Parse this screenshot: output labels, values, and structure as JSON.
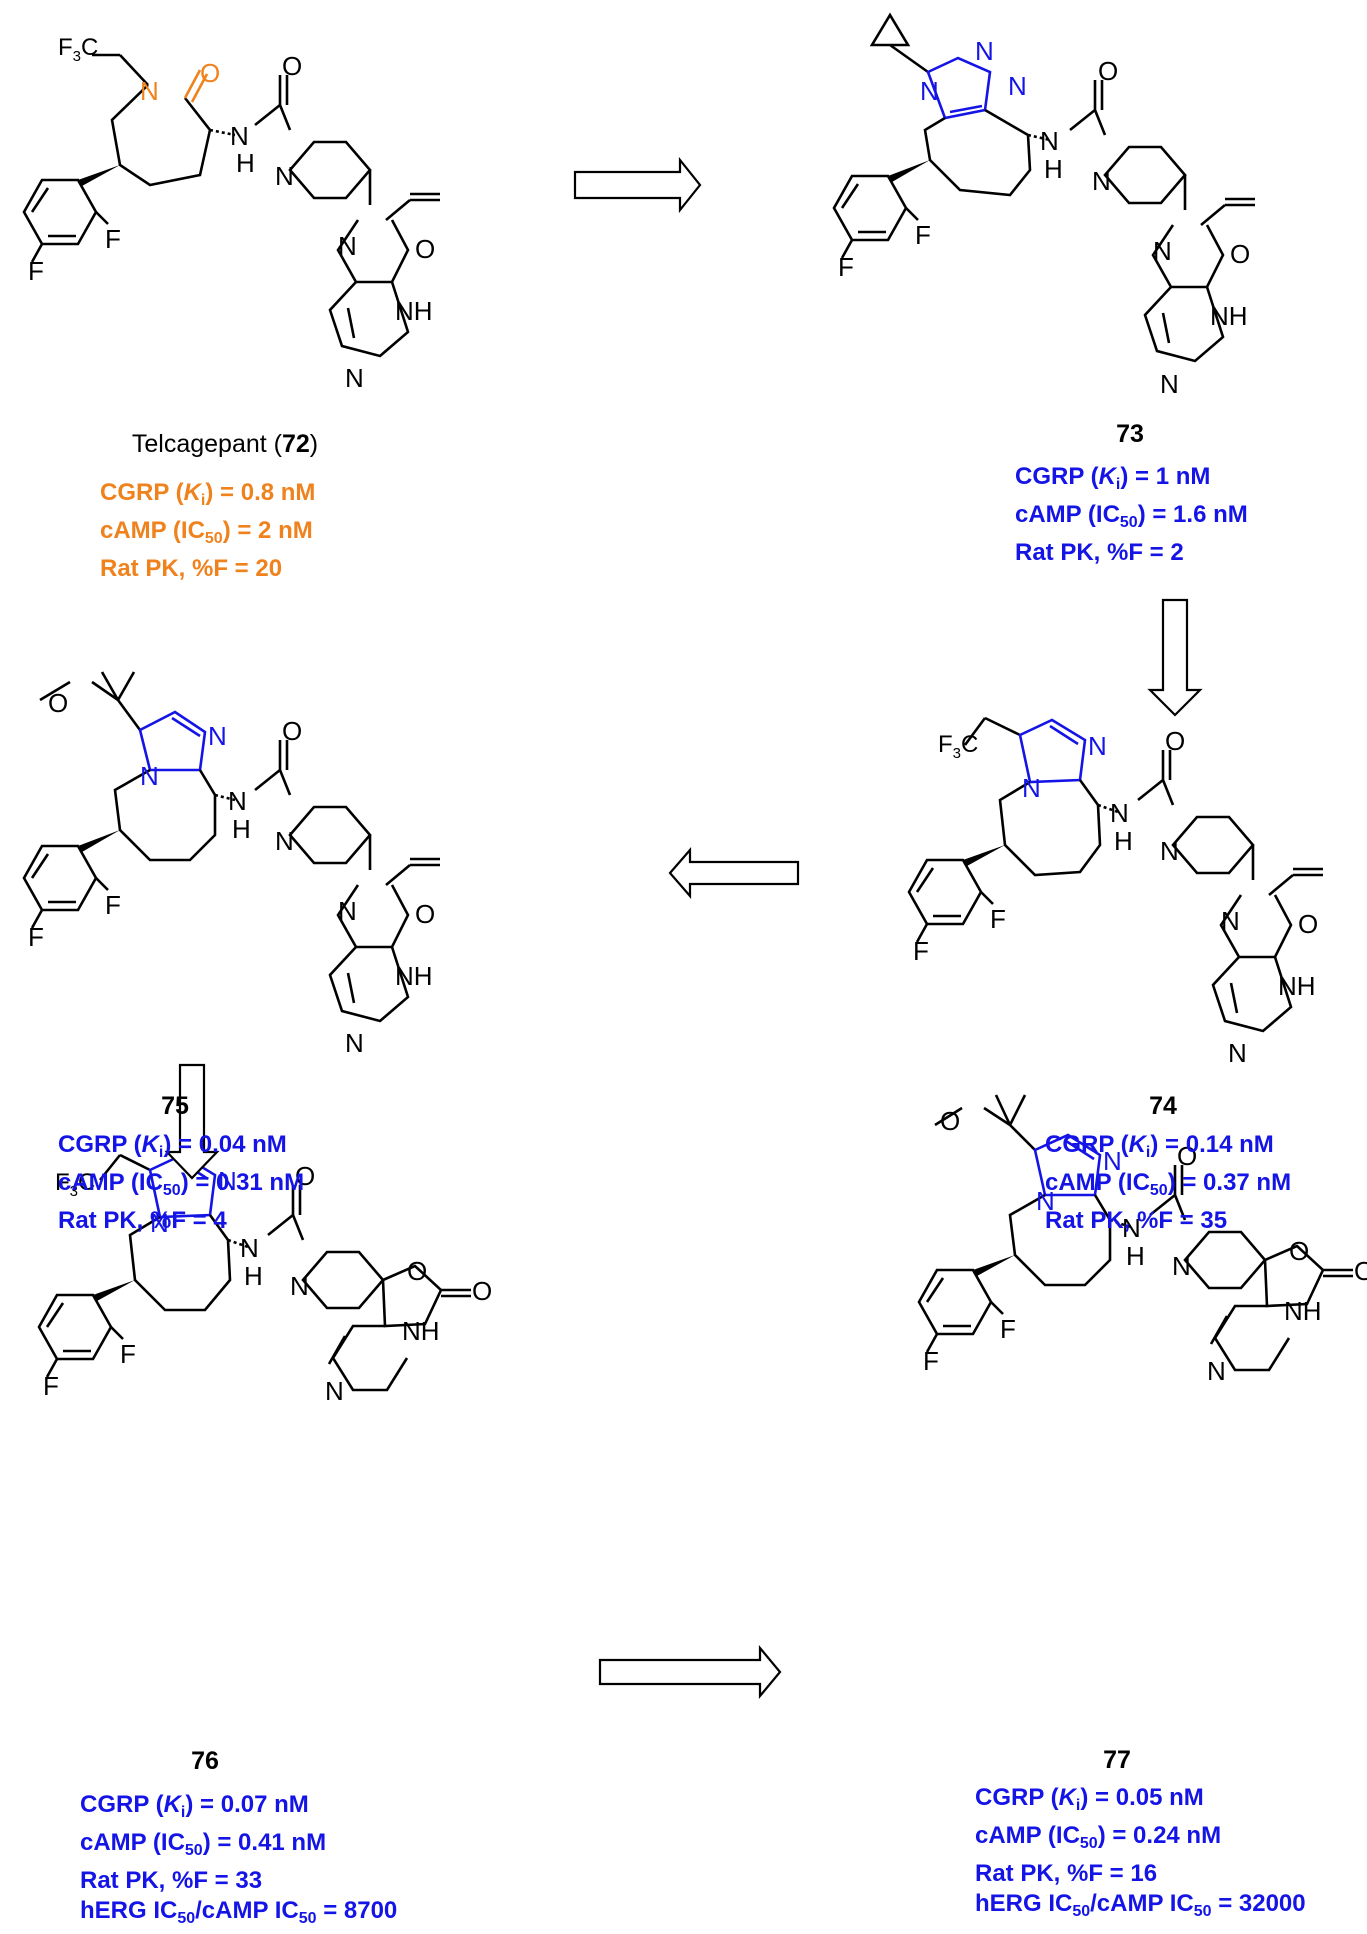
{
  "colors": {
    "telcagepant": "#f0821e",
    "analog": "#1414e6",
    "structure": "#000000"
  },
  "atom_labels": {
    "F3C": "F3C",
    "N": "N",
    "O": "O",
    "H": "H",
    "F": "F",
    "NH": "NH",
    "NH_lower": "NH"
  },
  "compounds": [
    {
      "id": "c72",
      "name": "Telcagepant (",
      "number": "72",
      "name_close": ")",
      "props": [
        {
          "a": "CGRP (",
          "ital": "K",
          "sub": "i",
          "b": ") = 0.8 nM"
        },
        {
          "a": "cAMP (IC",
          "sub": "50",
          "b": ") = 2 nM"
        },
        {
          "a": "Rat PK, %F = 20"
        }
      ]
    },
    {
      "id": "c73",
      "number": "73",
      "props": [
        {
          "a": "CGRP (",
          "ital": "K",
          "sub": "i",
          "b": ") = 1 nM"
        },
        {
          "a": "cAMP (IC",
          "sub": "50",
          "b": ") = 1.6 nM"
        },
        {
          "a": "Rat PK, %F = 2"
        }
      ]
    },
    {
      "id": "c74",
      "number": "74",
      "props": [
        {
          "a": "CGRP (",
          "ital": "K",
          "sub": "i",
          "b": ") = 0.14 nM"
        },
        {
          "a": "cAMP (IC",
          "sub": "50",
          "b": ") = 0.37 nM"
        },
        {
          "a": "Rat PK, %F = 35"
        }
      ]
    },
    {
      "id": "c75",
      "number": "75",
      "props": [
        {
          "a": "CGRP (",
          "ital": "K",
          "sub": "i",
          "b": ") = 0.04 nM"
        },
        {
          "a": "cAMP (IC",
          "sub": "50",
          "b": ") = 0.31 nM"
        },
        {
          "a": "Rat PK, %F = 4"
        }
      ]
    },
    {
      "id": "c76",
      "number": "76",
      "props": [
        {
          "a": "CGRP (",
          "ital": "K",
          "sub": "i",
          "b": ") = 0.07 nM"
        },
        {
          "a": "cAMP (IC",
          "sub": "50",
          "b": ") = 0.41 nM"
        },
        {
          "a": "Rat PK, %F = 33"
        },
        {
          "a": "hERG IC",
          "sub": "50",
          "b": "/cAMP IC",
          "sub2": "50",
          "c": " = 8700"
        }
      ]
    },
    {
      "id": "c77",
      "number": "77",
      "props": [
        {
          "a": "CGRP (",
          "ital": "K",
          "sub": "i",
          "b": ") = 0.05 nM"
        },
        {
          "a": "cAMP (IC",
          "sub": "50",
          "b": ") = 0.24 nM"
        },
        {
          "a": "Rat PK, %F = 16"
        },
        {
          "a": "hERG IC",
          "sub": "50",
          "b": "/cAMP IC",
          "sub2": "50",
          "c": " = 32000"
        }
      ]
    }
  ]
}
